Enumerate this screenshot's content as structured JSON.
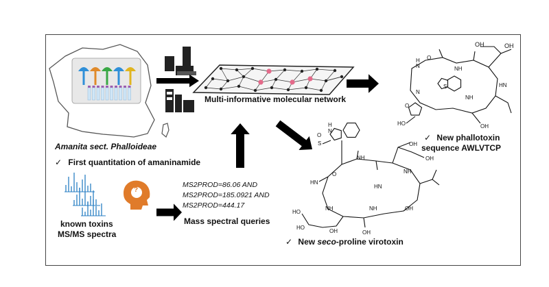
{
  "left": {
    "genus_label": "Amanita sect. Phalloideae",
    "check_mark": "✓",
    "quantitation_label": "First quantitation of amaninamide",
    "spectra_label_line1": "known toxins",
    "spectra_label_line2": "MS/MS spectra",
    "question_mark": "?"
  },
  "center": {
    "network_label": "Multi-informative molecular network",
    "query_line1": "MS2PROD=86.06 AND",
    "query_line2": "MS2PROD=185.0921 AND",
    "query_line3": "MS2PROD=444.17",
    "query_label": "Mass spectral queries"
  },
  "right": {
    "check_mark": "✓",
    "phallotoxin_line1": "New phallotoxin",
    "phallotoxin_line2": "sequence AWLVTCP",
    "virotoxin_prefix": "New ",
    "virotoxin_italic": "seco",
    "virotoxin_suffix": "-proline virotoxin"
  },
  "atoms": {
    "oh": "OH",
    "ho": "HO",
    "n": "N",
    "h": "H",
    "nh": "NH",
    "hn": "HN",
    "o": "O",
    "s": "S",
    "so2": "S",
    "o2": "O"
  },
  "colors": {
    "frame": "#444444",
    "arrow": "#000000",
    "map_outline": "#555555",
    "mushroom_1": "#2f8fd8",
    "mushroom_2": "#e08a2a",
    "mushroom_3": "#3aa845",
    "mushroom_4": "#2f8fd8",
    "mushroom_5": "#e0b520",
    "spectra": "#2a7fc4",
    "head_icon": "#e07b2a",
    "network_node": "#222222",
    "network_highlight": "#e46a8a",
    "bond": "#111111"
  }
}
